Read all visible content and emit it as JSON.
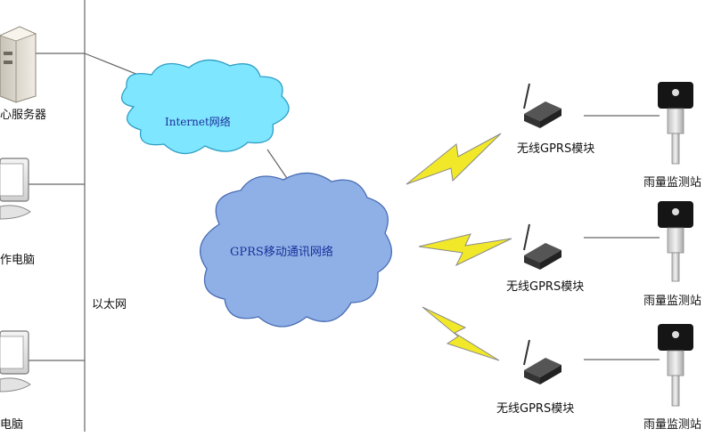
{
  "nodes": {
    "server": {
      "label": "心服务器"
    },
    "pc_top": {
      "label": "作电脑"
    },
    "pc_bottom": {
      "label": "电脑"
    },
    "ethernet": {
      "label": "以太网"
    },
    "internet": {
      "label": "Internet网络"
    },
    "gprs_network": {
      "label": "GPRS移动通讯网络"
    },
    "modules": [
      {
        "label": "无线GPRS模块"
      },
      {
        "label": "无线GPRS模块"
      },
      {
        "label": "无线GPRS模块"
      }
    ],
    "stations": [
      {
        "label": "雨量监测站"
      },
      {
        "label": "雨量监测站"
      },
      {
        "label": "雨量监测站"
      }
    ]
  },
  "colors": {
    "internet_cloud": "#7fe6ff",
    "gprs_cloud": "#8fb0e6",
    "lightning": "#f2e82a",
    "line": "#666666"
  }
}
